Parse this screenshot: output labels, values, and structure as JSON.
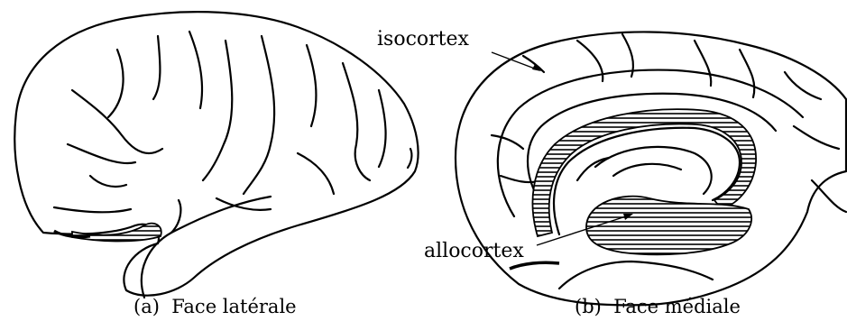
{
  "panels": [
    {
      "caption_index": "(a)",
      "caption_text": "Face latérale"
    },
    {
      "caption_index": "(b)",
      "caption_text": "Face médiale"
    }
  ],
  "annotations": {
    "isocortex": "isocortex",
    "allocortex": "allocortex"
  },
  "colors": {
    "ink": "#000000",
    "background": "#ffffff"
  }
}
